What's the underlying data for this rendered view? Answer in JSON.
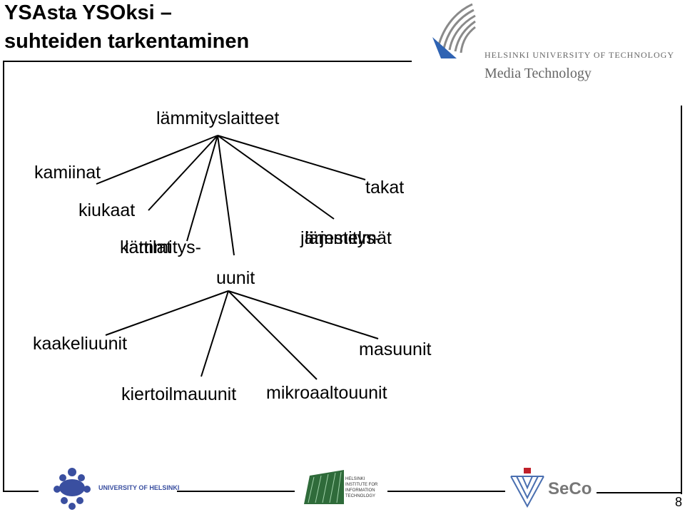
{
  "slide": {
    "title_line1": "YSAsta YSOksi –",
    "title_line2": "suhteiden tarkentaminen",
    "page_number": "8"
  },
  "tree1": {
    "root": "lämmityslaitteet",
    "children": {
      "kamiinat": "kamiinat",
      "kiukaat": "kiukaat",
      "lammityskattilat_a": "kattilat",
      "lammityskattilat_b": "lämmitys-",
      "uunit": "uunit",
      "lammitysjarjestelmat_a": "järjestelmät",
      "lammitysjarjestelmat_b": "lämmitys-",
      "takat": "takat"
    }
  },
  "tree2": {
    "root": "uunit",
    "children": {
      "kaakeliuunit": "kaakeliuunit",
      "kiertoilmauunit": "kiertoilmauunit",
      "mikroaaltouunit": "mikroaaltouunit",
      "masuunit": "masuunit"
    }
  },
  "logos": {
    "hut_line1": "HELSINKI UNIVERSITY OF TECHNOLOGY",
    "hut_line2": "Media Technology",
    "uh": "UNIVERSITY OF HELSINKI",
    "hiit_lines": [
      "HELSINKI",
      "INSTITUTE FOR",
      "INFORMATION",
      "TECHNOLOGY"
    ],
    "seco": "SeCo"
  },
  "colors": {
    "hut_blue": "#2f63b3",
    "uh_blue": "#3a4fa0",
    "hiit_green": "#2f6b3a",
    "seco_red": "#c0202a"
  }
}
